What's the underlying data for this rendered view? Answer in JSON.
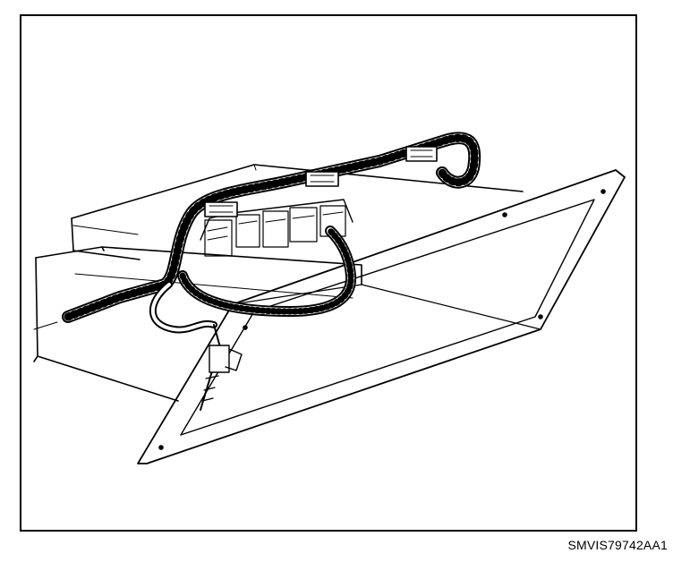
{
  "figure": {
    "reference_code": "SMVIS79742AA1",
    "ink_color": "#000000",
    "paper_color": "#ffffff",
    "subject_icons": [
      "panel-plate",
      "control-module-box",
      "wiring-harness",
      "connector-clip"
    ]
  }
}
